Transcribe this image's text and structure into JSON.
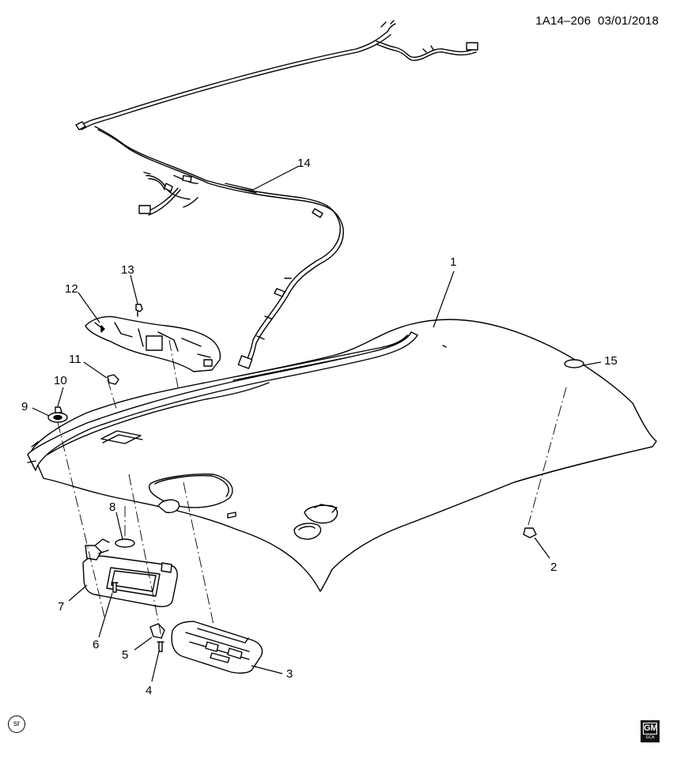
{
  "header": {
    "drawing_id": "1A14–206",
    "date": "03/01/2018"
  },
  "callouts": [
    {
      "id": "1",
      "label": "1"
    },
    {
      "id": "2",
      "label": "2"
    },
    {
      "id": "3",
      "label": "3"
    },
    {
      "id": "4",
      "label": "4"
    },
    {
      "id": "5",
      "label": "5"
    },
    {
      "id": "6",
      "label": "6"
    },
    {
      "id": "7",
      "label": "7"
    },
    {
      "id": "8",
      "label": "8"
    },
    {
      "id": "9",
      "label": "9"
    },
    {
      "id": "10",
      "label": "10"
    },
    {
      "id": "11",
      "label": "11"
    },
    {
      "id": "12",
      "label": "12"
    },
    {
      "id": "13",
      "label": "13"
    },
    {
      "id": "14",
      "label": "14"
    },
    {
      "id": "15",
      "label": "15"
    }
  ],
  "footer": {
    "sr_mark": "sr",
    "logo_top": "GM",
    "logo_bottom": "GCA"
  }
}
